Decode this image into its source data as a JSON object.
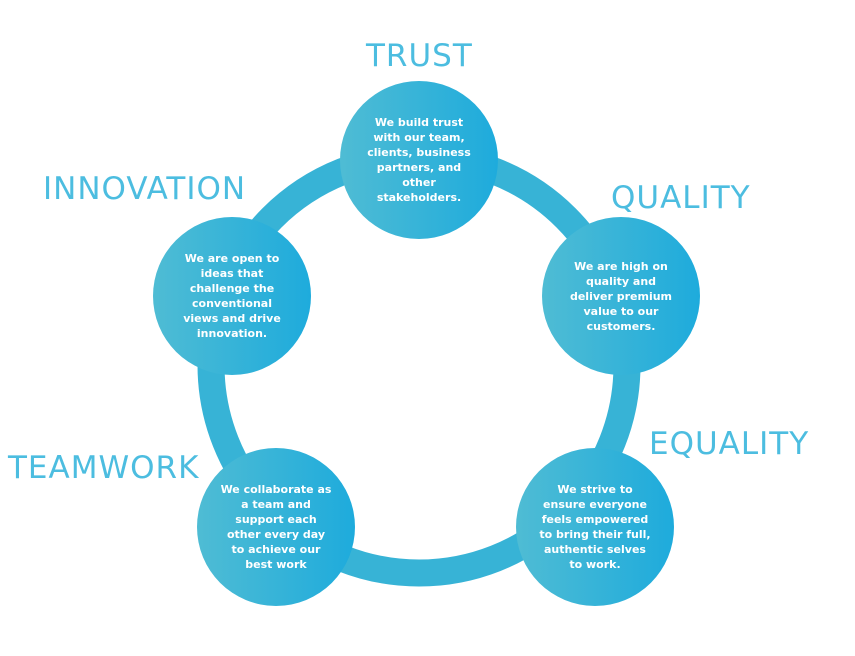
{
  "colors": {
    "ring": "#37b3d6",
    "title": "#4cbde0",
    "circle_gradient_start": "#4fbcd4",
    "circle_gradient_end": "#1eabdc",
    "circle_text": "#ffffff"
  },
  "values": [
    {
      "id": "trust",
      "title": "TRUST",
      "text": "We build trust with our team, clients, business partners, and other stakeholders."
    },
    {
      "id": "quality",
      "title": "QUALITY",
      "text": "We are high on quality and deliver premium value to our customers."
    },
    {
      "id": "equality",
      "title": "EQUALITY",
      "text": "We strive to ensure everyone feels empowered to bring their full, authentic selves to work."
    },
    {
      "id": "teamwork",
      "title": "TEAMWORK",
      "text": "We collaborate as a team and support each other every day to achieve our best work"
    },
    {
      "id": "innovation",
      "title": "INNOVATION",
      "text": "We are open to ideas that challenge the conventional views and drive innovation."
    }
  ]
}
